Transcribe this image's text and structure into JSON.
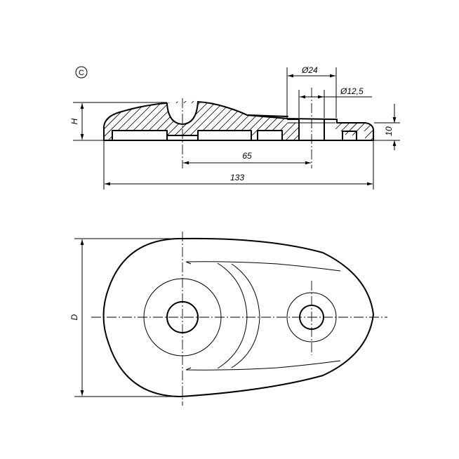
{
  "drawing": {
    "variant_label": "C",
    "dimensions": {
      "diameter_large": "Ø24",
      "diameter_small": "Ø12,5",
      "height_variable": "H",
      "thickness": "10",
      "hole_spacing": "65",
      "overall_length": "133",
      "width_variable": "D"
    }
  }
}
